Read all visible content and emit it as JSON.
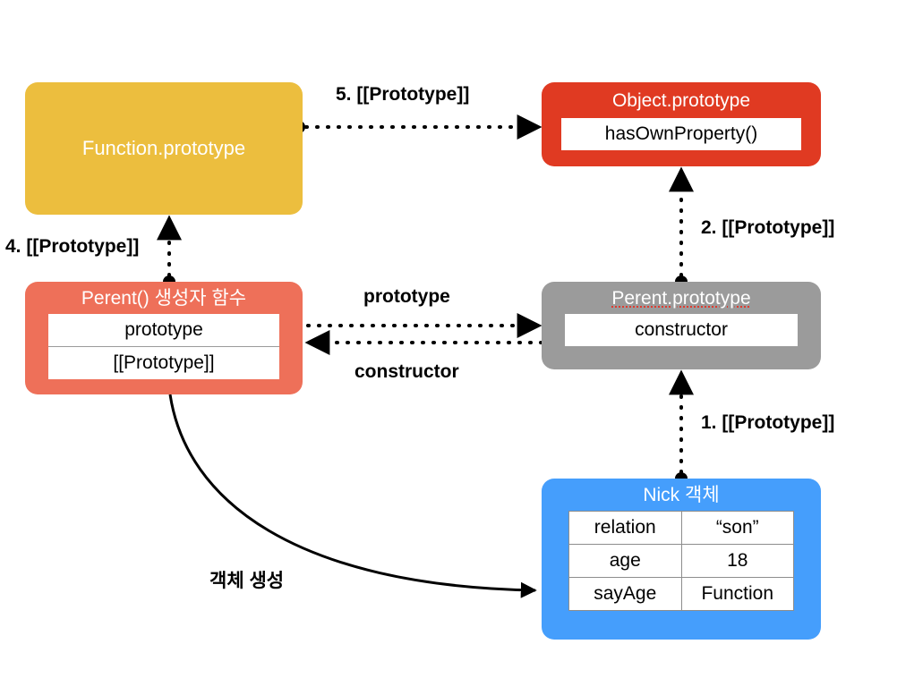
{
  "diagram": {
    "title": "JavaScript prototype chain diagram",
    "colors": {
      "function_prototype": "#ecbe3e",
      "object_prototype": "#e03a22",
      "perent_constructor": "#ee7059",
      "perent_prototype": "#9b9b9b",
      "nick_object": "#459efc",
      "wire": "#000000",
      "background": "#ffffff"
    }
  },
  "nodes": {
    "function_prototype": {
      "title": "Function.prototype",
      "rows": []
    },
    "object_prototype": {
      "title": "Object.prototype",
      "rows": [
        {
          "key": "hasOwnProperty()"
        }
      ]
    },
    "perent_constructor": {
      "title": "Perent() 생성자 함수",
      "rows": [
        {
          "key": "prototype"
        },
        {
          "key": "[[Prototype]]"
        }
      ]
    },
    "perent_prototype": {
      "title": "Perent.prototype",
      "rows": [
        {
          "key": "constructor"
        }
      ]
    },
    "nick_object": {
      "title": "Nick 객체",
      "rows": [
        {
          "key": "relation",
          "value": "“son”"
        },
        {
          "key": "age",
          "value": "18"
        },
        {
          "key": "sayAge",
          "value": "Function"
        }
      ]
    }
  },
  "edges": {
    "proto5": "5. [[Prototype]]",
    "proto4": "4. [[Prototype]]",
    "proto2": "2. [[Prototype]]",
    "proto1": "1. [[Prototype]]",
    "prototype": "prototype",
    "constructor": "constructor",
    "create_object": "객체 생성"
  }
}
